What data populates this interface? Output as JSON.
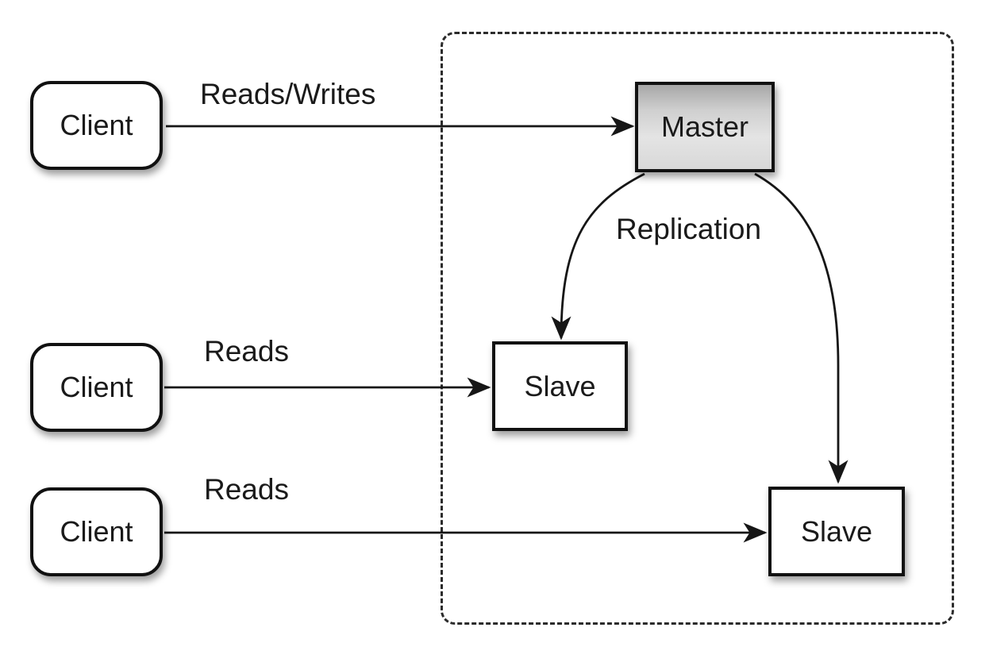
{
  "nodes": {
    "client1": {
      "label": "Client"
    },
    "client2": {
      "label": "Client"
    },
    "client3": {
      "label": "Client"
    },
    "master": {
      "label": "Master"
    },
    "slave1": {
      "label": "Slave"
    },
    "slave2": {
      "label": "Slave"
    }
  },
  "edges": {
    "client1_to_master": {
      "label": "Reads/Writes"
    },
    "client2_to_slave1": {
      "label": "Reads"
    },
    "client3_to_slave2": {
      "label": "Reads"
    },
    "master_to_slaves": {
      "label": "Replication"
    }
  },
  "colors": {
    "background": "#ffffff",
    "line": "#161616",
    "node_border": "#111111",
    "master_gradient_top": "#a7a7a7",
    "master_gradient_bottom": "#d8d8d8",
    "node_fill": "#ffffff"
  }
}
